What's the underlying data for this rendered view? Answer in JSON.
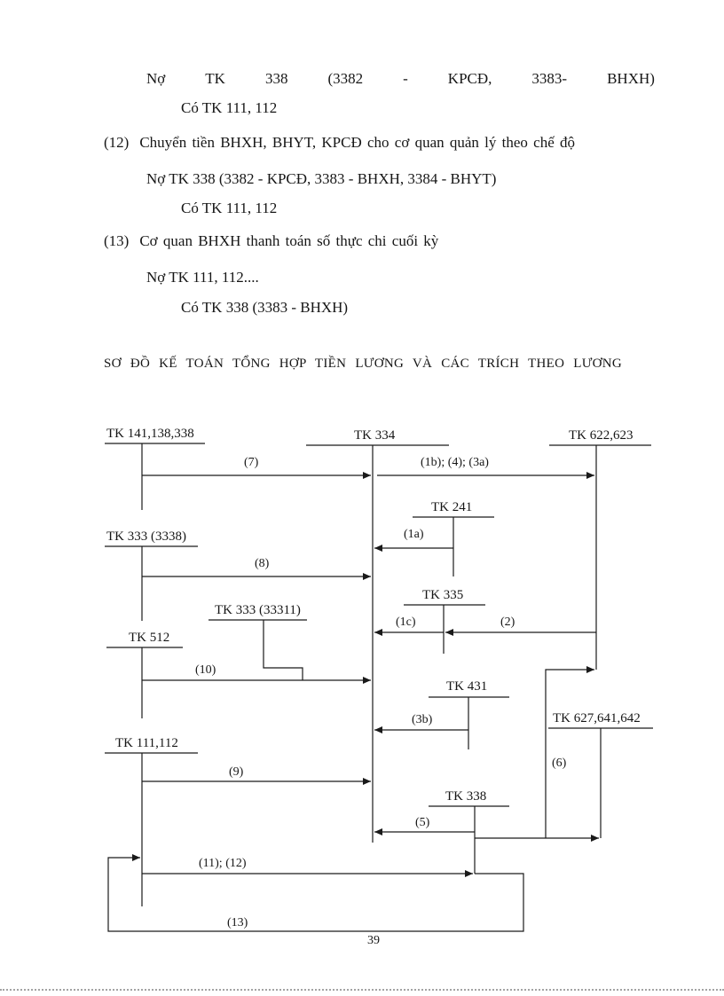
{
  "page": {
    "number": "39"
  },
  "text_block": {
    "entry11": {
      "no_words": [
        "Nợ",
        "TK",
        "338",
        "(3382",
        "-",
        "KPCĐ,",
        "3383-",
        "BHXH)"
      ],
      "co": "Có TK 111, 112"
    },
    "item12": {
      "num": "(12)",
      "text": "Chuyển tiền BHXH, BHYT, KPCĐ cho cơ quan quản lý theo chế độ",
      "no": "Nợ TK 338 (3382 - KPCĐ, 3383 - BHXH, 3384 - BHYT)",
      "co": "Có TK 111, 112"
    },
    "item13": {
      "num": "(13)",
      "text": "Cơ quan BHXH thanh toán số thực chi cuối kỳ",
      "no": "Nợ TK 111, 112....",
      "co": "Có TK 338 (3383 - BHXH)"
    }
  },
  "diagram": {
    "title": "SƠ ĐỒ KẾ TOÁN TỔNG HỢP TIỀN LƯƠNG VÀ CÁC TRÍCH THEO LƯƠNG",
    "accounts": {
      "tk141": "TK 141,138,338",
      "tk334": "TK 334",
      "tk622": "TK 622,623",
      "tk241": "TK 241",
      "tk3338": "TK 333 (3338)",
      "tk335": "TK 335",
      "tk33311": "TK 333 (33311)",
      "tk512": "TK 512",
      "tk431": "TK 431",
      "tk627": "TK 627,641,642",
      "tk111": "TK 111,112",
      "tk338": "TK 338"
    },
    "flows": {
      "f7": "(7)",
      "f1b": "(1b); (4); (3a)",
      "f1a": "(1a)",
      "f8": "(8)",
      "f1c": "(1c)",
      "f2": "(2)",
      "f10": "(10)",
      "f3b": "(3b)",
      "f6": "(6)",
      "f9": "(9)",
      "f5": "(5)",
      "f11_12": "(11); (12)",
      "f13": "(13)"
    }
  }
}
